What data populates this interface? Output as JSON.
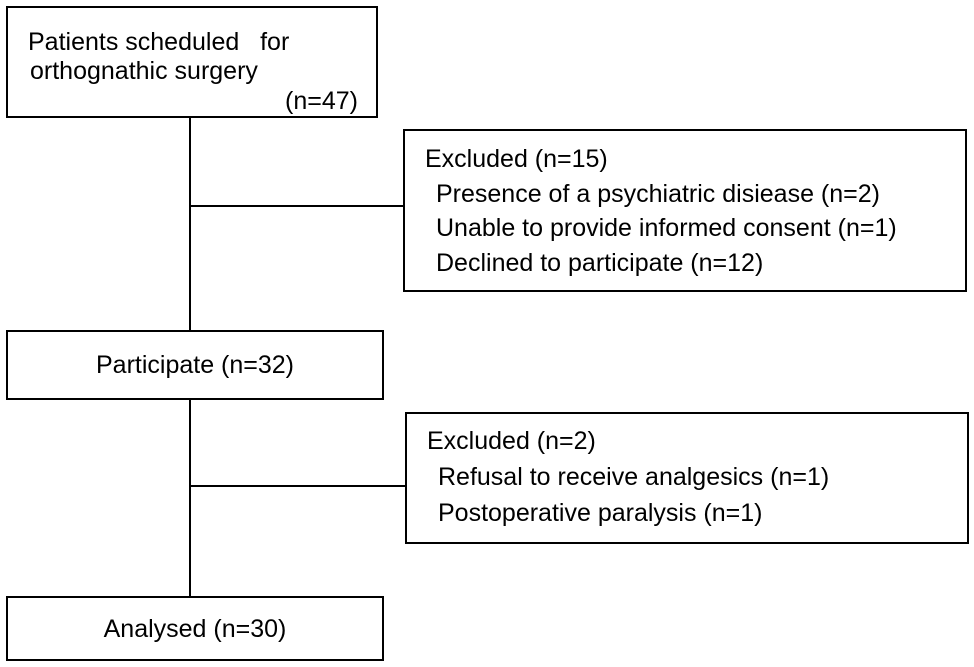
{
  "flowchart": {
    "start": {
      "line1": "Patients scheduled   for",
      "line2": "orthognathic surgery",
      "count": "(n=47)"
    },
    "exclusion1": {
      "title": "Excluded (n=15)",
      "reasons": [
        "Presence of a psychiatric disiease (n=2)",
        "Unable to provide informed consent (n=1)",
        "Declined to participate (n=12)"
      ]
    },
    "participate": {
      "label": "Participate (n=32)"
    },
    "exclusion2": {
      "title": "Excluded (n=2)",
      "reasons": [
        "Refusal to receive analgesics (n=1)",
        "Postoperative paralysis (n=1)"
      ]
    },
    "analysed": {
      "label": "Analysed (n=30)"
    }
  }
}
